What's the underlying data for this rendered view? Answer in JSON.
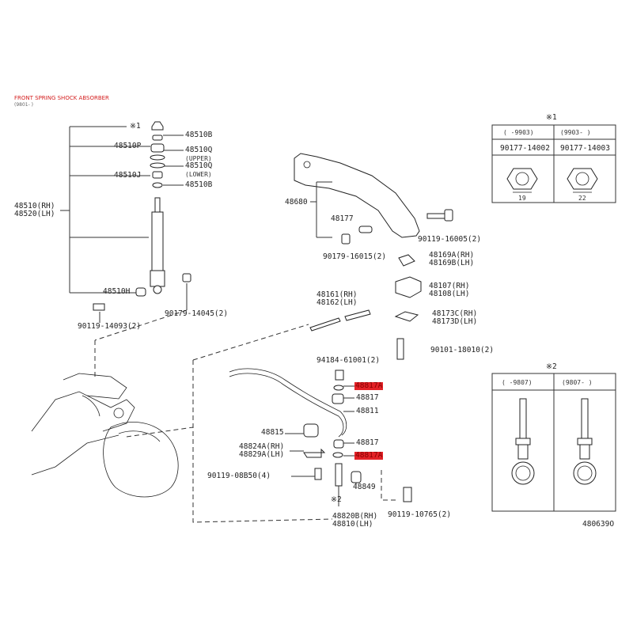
{
  "title": "FRONT SPRING SHOCK ABSORBER",
  "subtitle": "(9801- )",
  "figure_code": "480639O",
  "highlight_color": "#e32227",
  "left_group": {
    "mark": "※1",
    "labels": [
      "48510B",
      "48510P",
      "48510Q",
      "(UPPER)",
      "48510Q",
      "(LOWER)",
      "48510J",
      "48510B",
      "48510(RH)",
      "48520(LH)",
      "48510H",
      "90119-14093(2)",
      "90179-14045(2)"
    ]
  },
  "upper_arm": {
    "labels": [
      "48680",
      "48177",
      "90119-16005(2)",
      "90179-16015(2)",
      "48169A(RH)",
      "48169B(LH)",
      "48107(RH)",
      "48108(LH)",
      "48173C(RH)",
      "48173D(LH)",
      "90101-18010(2)",
      "48161(RH)",
      "48162(LH)"
    ]
  },
  "stabilizer": {
    "labels": [
      "94184-61001(2)",
      "48817A",
      "48817",
      "48811",
      "48815",
      "48817",
      "48824A(RH)",
      "48829A(LH)",
      "48817A",
      "90119-08B50(4)",
      "48849",
      "※2",
      "48820B(RH)",
      "48810(LH)",
      "90119-10765(2)"
    ]
  },
  "box1": {
    "mark": "※1",
    "columns": [
      {
        "range": "(    -9903)",
        "part": "90177-14002",
        "size": "19"
      },
      {
        "range": "(9903-    )",
        "part": "90177-14003",
        "size": "22"
      }
    ]
  },
  "box2": {
    "mark": "※2",
    "columns": [
      {
        "range": "(    -9807)",
        "part": ""
      },
      {
        "range": "(9807-    )",
        "part": ""
      }
    ]
  }
}
